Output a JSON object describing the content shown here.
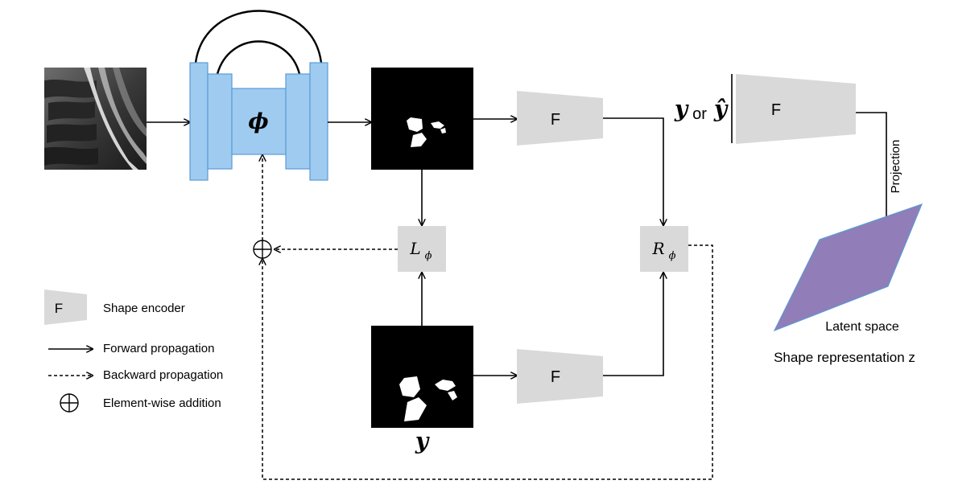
{
  "encoder": {
    "phi_label": "ϕ"
  },
  "encoders": {
    "top_label": "F",
    "right_label": "F",
    "bottom_label": "F"
  },
  "nodes": {
    "loss_label": "L",
    "loss_sub": "ϕ",
    "reg_label": "R",
    "reg_sub": "ϕ",
    "y_label": "y",
    "yhat_y": "y",
    "yhat_or": "or",
    "yhat_hat": "ŷ"
  },
  "latent": {
    "projection_label": "Projection",
    "space_label": "Latent space",
    "representation_label": "Shape representation z",
    "plane_color": "#917db7"
  },
  "legend": {
    "shape_encoder_label": "Shape encoder",
    "encoder_symbol": "F",
    "forward_label": "Forward propagation",
    "backward_label": "Backward propagation",
    "addition_label": "Element-wise addition"
  },
  "colors": {
    "unet_fill": "#9fcbf0",
    "unet_stroke": "#5b9bd5",
    "encoder_fill": "#d9d9d9",
    "mask_bg": "#000000"
  }
}
